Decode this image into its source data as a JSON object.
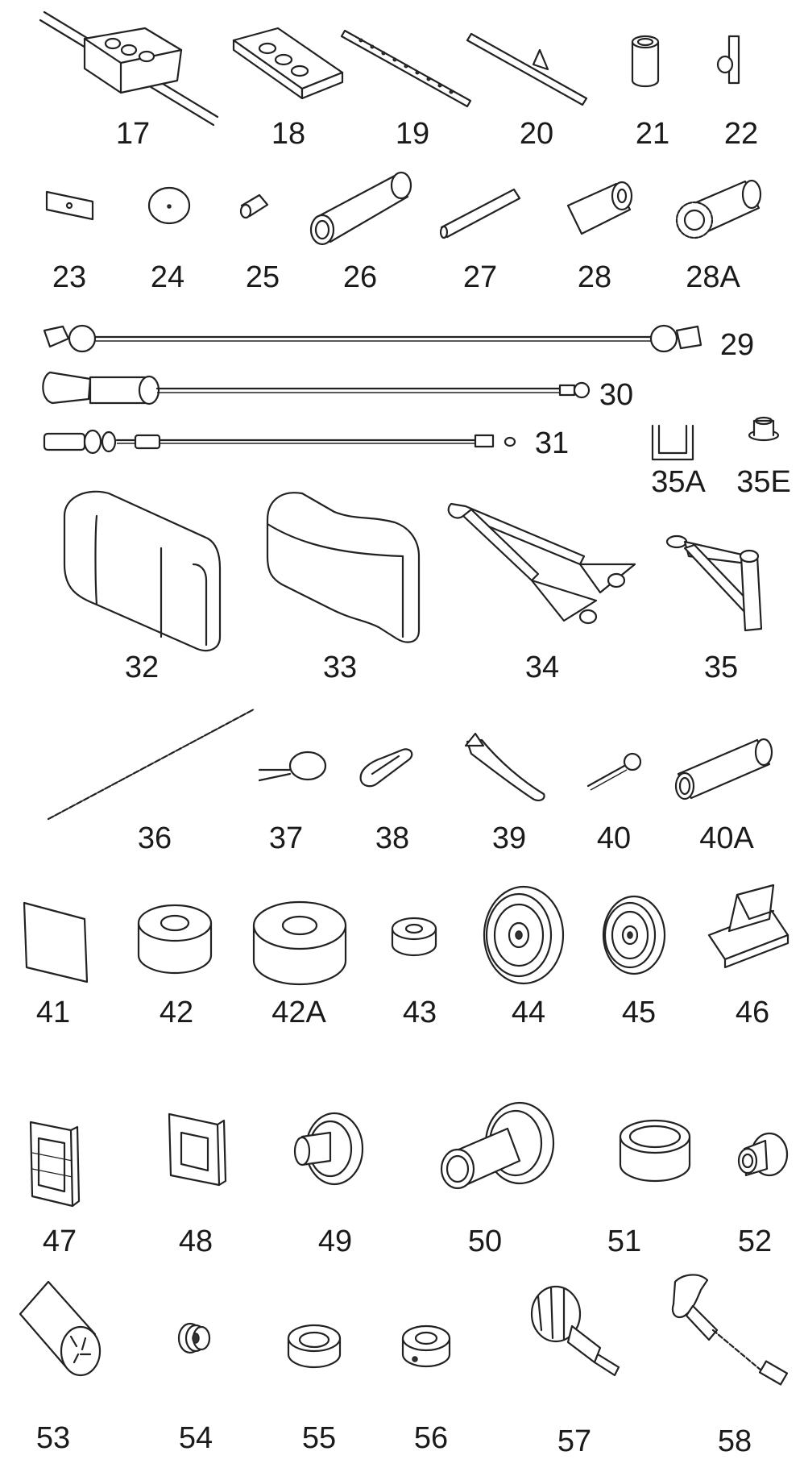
{
  "parts": [
    {
      "id": "p17",
      "label": "17",
      "icon": "rod-with-slider-block-icon"
    },
    {
      "id": "p18",
      "label": "18",
      "icon": "three-hole-plate-icon"
    },
    {
      "id": "p19",
      "label": "19",
      "icon": "perforated-rod-icon"
    },
    {
      "id": "p20",
      "label": "20",
      "icon": "rod-with-tab-icon"
    },
    {
      "id": "p21",
      "label": "21",
      "icon": "sleeve-icon"
    },
    {
      "id": "p22",
      "label": "22",
      "icon": "bracket-icon"
    },
    {
      "id": "p23",
      "label": "23",
      "icon": "small-plate-icon"
    },
    {
      "id": "p24",
      "label": "24",
      "icon": "disc-icon"
    },
    {
      "id": "p25",
      "label": "25",
      "icon": "short-tube-icon"
    },
    {
      "id": "p26",
      "label": "26",
      "icon": "roller-icon"
    },
    {
      "id": "p27",
      "label": "27",
      "icon": "axle-icon"
    },
    {
      "id": "p28",
      "label": "28",
      "icon": "foam-roller-icon"
    },
    {
      "id": "p28A",
      "label": "28A",
      "icon": "geared-roller-icon"
    },
    {
      "id": "p29",
      "label": "29",
      "icon": "cable-with-ball-stops-icon"
    },
    {
      "id": "p30",
      "label": "30",
      "icon": "cable-with-hook-icon"
    },
    {
      "id": "p31",
      "label": "31",
      "icon": "threaded-cable-icon"
    },
    {
      "id": "p35A",
      "label": "35A",
      "icon": "clip-icon"
    },
    {
      "id": "p35E",
      "label": "35E",
      "icon": "bushing-icon"
    },
    {
      "id": "p32",
      "label": "32",
      "icon": "back-pad-icon"
    },
    {
      "id": "p33",
      "label": "33",
      "icon": "seat-pad-icon"
    },
    {
      "id": "p34",
      "label": "34",
      "icon": "triceps-rope-handle-icon"
    },
    {
      "id": "p35",
      "label": "35",
      "icon": "single-handle-icon"
    },
    {
      "id": "p36",
      "label": "36",
      "icon": "chain-icon"
    },
    {
      "id": "p37",
      "label": "37",
      "icon": "snap-ring-icon"
    },
    {
      "id": "p38",
      "label": "38",
      "icon": "carabiner-icon"
    },
    {
      "id": "p39",
      "label": "39",
      "icon": "lever-icon"
    },
    {
      "id": "p40",
      "label": "40",
      "icon": "pin-icon"
    },
    {
      "id": "p40A",
      "label": "40A",
      "icon": "tube-icon"
    },
    {
      "id": "p41",
      "label": "41",
      "icon": "sheet-icon"
    },
    {
      "id": "p42",
      "label": "42",
      "icon": "spacer-icon"
    },
    {
      "id": "p42A",
      "label": "42A",
      "icon": "large-spacer-icon"
    },
    {
      "id": "p43",
      "label": "43",
      "icon": "small-spacer-icon"
    },
    {
      "id": "p44",
      "label": "44",
      "icon": "large-pulley-icon"
    },
    {
      "id": "p45",
      "label": "45",
      "icon": "pulley-icon"
    },
    {
      "id": "p46",
      "label": "46",
      "icon": "end-cap-icon"
    },
    {
      "id": "p47",
      "label": "47",
      "icon": "rectangular-insert-icon"
    },
    {
      "id": "p48",
      "label": "48",
      "icon": "square-insert-icon"
    },
    {
      "id": "p49",
      "label": "49",
      "icon": "flanged-hub-icon"
    },
    {
      "id": "p50",
      "label": "50",
      "icon": "flanged-bushing-icon"
    },
    {
      "id": "p51",
      "label": "51",
      "icon": "collar-icon"
    },
    {
      "id": "p52",
      "label": "52",
      "icon": "small-bushing-icon"
    },
    {
      "id": "p53",
      "label": "53",
      "icon": "slotted-cylinder-icon"
    },
    {
      "id": "p54",
      "label": "54",
      "icon": "grommet-icon"
    },
    {
      "id": "p55",
      "label": "55",
      "icon": "cup-washer-icon"
    },
    {
      "id": "p56",
      "label": "56",
      "icon": "lock-collar-icon"
    },
    {
      "id": "p57",
      "label": "57",
      "icon": "knob-icon"
    },
    {
      "id": "p58",
      "label": "58",
      "icon": "pop-pin-icon"
    }
  ]
}
